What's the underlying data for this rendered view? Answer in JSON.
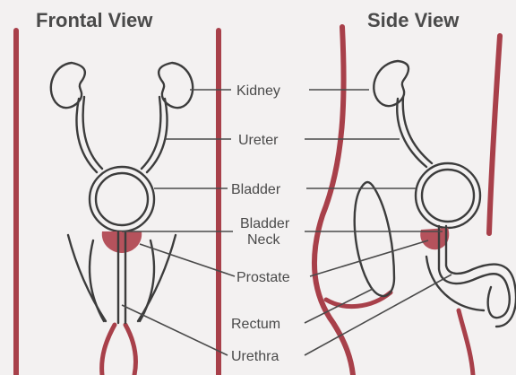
{
  "titles": {
    "frontal": "Frontal View",
    "side": "Side View"
  },
  "labels": {
    "kidney": "Kidney",
    "ureter": "Ureter",
    "bladder": "Bladder",
    "bladder_neck_line1": "Bladder",
    "bladder_neck_line2": "Neck",
    "prostate": "Prostate",
    "rectum": "Rectum",
    "urethra": "Urethra"
  },
  "colors": {
    "body_outline": "#a8404a",
    "prostate": "#b5525c",
    "organ_line": "#3c3c3c",
    "background": "#f3f1f1"
  }
}
